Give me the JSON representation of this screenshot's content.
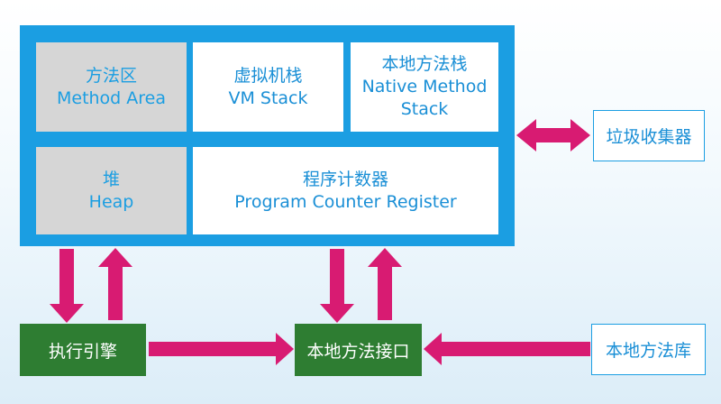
{
  "runtime_area": {
    "method_area": {
      "zh": "方法区",
      "en": "Method Area"
    },
    "vm_stack": {
      "zh": "虚拟机栈",
      "en": "VM Stack"
    },
    "native_method_stack": {
      "zh": "本地方法栈",
      "en_line1": "Native Method",
      "en_line2": "Stack"
    },
    "heap": {
      "zh": "堆",
      "en": "Heap"
    },
    "program_counter": {
      "zh": "程序计数器",
      "en": "Program Counter Register"
    }
  },
  "garbage_collector": {
    "label": "垃圾收集器"
  },
  "execution_engine": {
    "label": "执行引擎"
  },
  "native_interface": {
    "label": "本地方法接口"
  },
  "native_library": {
    "label": "本地方法库"
  },
  "colors": {
    "frame_blue": "#1b9ee2",
    "arrow_magenta": "#d81b72",
    "engine_green": "#2e7d32",
    "memory_gray": "#d6d6d6"
  }
}
